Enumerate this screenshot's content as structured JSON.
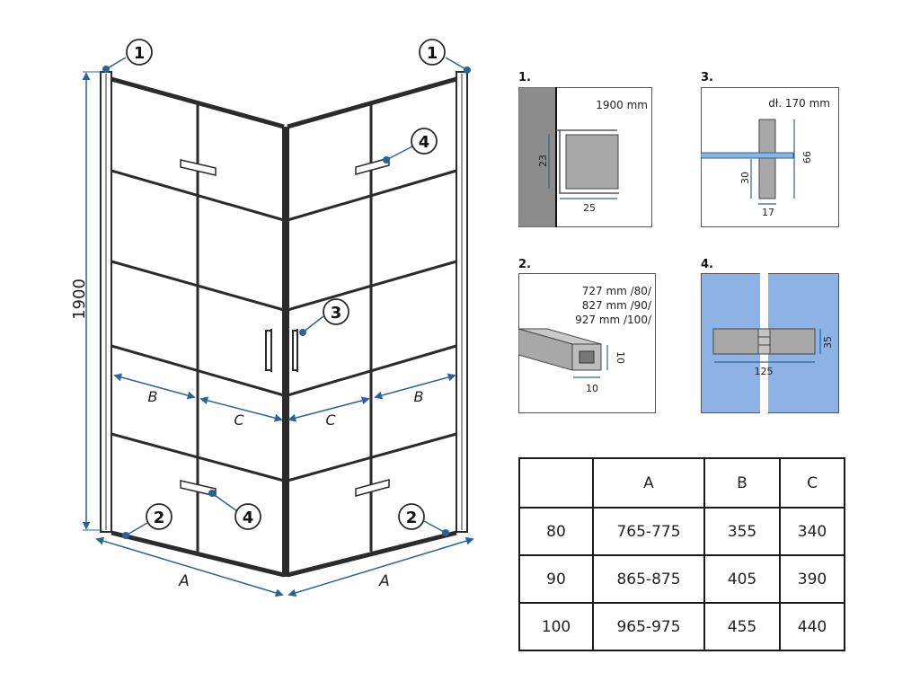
{
  "main": {
    "height_label": "1900",
    "width_label_left": "A",
    "width_label_right": "A",
    "b_label_left": "B",
    "c_label_left": "C",
    "c_label_right": "C",
    "b_label_right": "B",
    "callouts": {
      "c1": "1",
      "c2": "2",
      "c3": "3",
      "c4": "4"
    }
  },
  "details": {
    "d1": {
      "label": "1.",
      "length": "1900 mm",
      "dim_h": "23",
      "dim_w": "25"
    },
    "d2": {
      "label": "2.",
      "lengths": [
        "727 mm /80/",
        "827 mm /90/",
        "927 mm /100/"
      ],
      "dim_h": "10",
      "dim_w": "10"
    },
    "d3": {
      "label": "3.",
      "length": "dł. 170 mm",
      "dim_66": "66",
      "dim_30": "30",
      "dim_17": "17"
    },
    "d4": {
      "label": "4.",
      "dim_h": "35",
      "dim_w": "125"
    }
  },
  "table": {
    "headers": [
      "",
      "A",
      "B",
      "C"
    ],
    "rows": [
      [
        "80",
        "765-775",
        "355",
        "340"
      ],
      [
        "90",
        "865-875",
        "405",
        "390"
      ],
      [
        "100",
        "965-975",
        "455",
        "440"
      ]
    ]
  },
  "colors": {
    "dim_blue": "#2a6496",
    "glass_blue": "#8db3e6",
    "frame": "#2b2b2b",
    "grey": "#a8a8a8"
  }
}
